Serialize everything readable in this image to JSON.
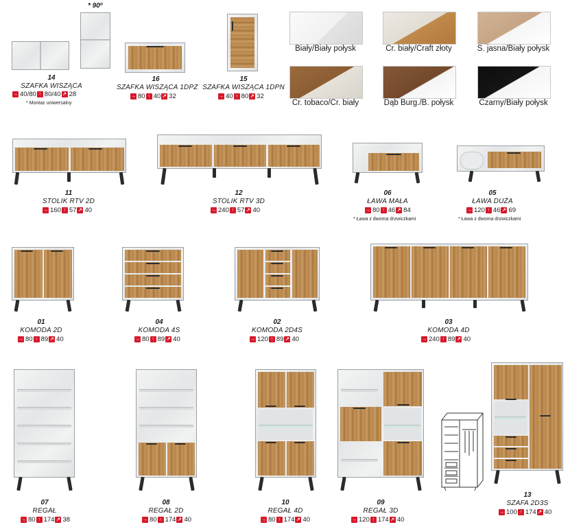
{
  "top_note": "* 90º",
  "finishes": [
    {
      "label": "Biały/Biały połysk",
      "c1": "#f6f6f6",
      "c2": "#e2e2e2"
    },
    {
      "label": "Cr. biały/Craft złoty",
      "c1": "#e8e4dc",
      "c2": "#c08a4b"
    },
    {
      "label": "S. jasna/Biały połysk",
      "c1": "#c9a88a",
      "c2": "#f5f5f5"
    },
    {
      "label": "Cr. tobaco/Cr. biały",
      "c1": "#9a6a3e",
      "c2": "#e6e2da"
    },
    {
      "label": "Dąb Burg./B. połysk",
      "c1": "#7e5530",
      "c2": "#f4f4f4"
    },
    {
      "label": "Czarny/Biały połysk",
      "c1": "#0d0d0d",
      "c2": "#f5f5f5"
    }
  ],
  "items": {
    "i14": {
      "num": "14",
      "name": "SZAFKA WISZĄCA",
      "w": "40/80",
      "h": "80/40",
      "d": "28",
      "note": "* Montaż uniwersalny"
    },
    "i16": {
      "num": "16",
      "name": "SZAFKA WISZĄCA 1DPZ",
      "w": "80",
      "h": "40",
      "d": "32"
    },
    "i15": {
      "num": "15",
      "name": "SZAFKA WISZĄCA 1DPN",
      "w": "40",
      "h": "80",
      "d": "32"
    },
    "i11": {
      "num": "11",
      "name": "STOLIK RTV 2D",
      "w": "160",
      "h": "57",
      "d": "40"
    },
    "i12": {
      "num": "12",
      "name": "STOLIK RTV 3D",
      "w": "240",
      "h": "57",
      "d": "40"
    },
    "i06": {
      "num": "06",
      "name": "ŁAWA MAŁA",
      "w": "80",
      "h": "46",
      "d": "84",
      "note": "* Ława z dwoma drzwiczkami"
    },
    "i05": {
      "num": "05",
      "name": "ŁAWA DUŻA",
      "w": "120",
      "h": "46",
      "d": "69",
      "note": "* Ława z dwoma drzwiczkami"
    },
    "i01": {
      "num": "01",
      "name": "KOMODA 2D",
      "w": "80",
      "h": "89",
      "d": "40"
    },
    "i04": {
      "num": "04",
      "name": "KOMODA 4S",
      "w": "80",
      "h": "89",
      "d": "40"
    },
    "i02": {
      "num": "02",
      "name": "KOMODA 2D4S",
      "w": "120",
      "h": "89",
      "d": "40"
    },
    "i03": {
      "num": "03",
      "name": "KOMODA 4D",
      "w": "240",
      "h": "89",
      "d": "40"
    },
    "i07": {
      "num": "07",
      "name": "REGAŁ",
      "w": "80",
      "h": "174",
      "d": "38"
    },
    "i08": {
      "num": "08",
      "name": "REGAŁ 2D",
      "w": "80",
      "h": "174",
      "d": "40"
    },
    "i10": {
      "num": "10",
      "name": "REGAŁ 4D",
      "w": "80",
      "h": "174",
      "d": "40"
    },
    "i09": {
      "num": "09",
      "name": "REGAŁ 3D",
      "w": "120",
      "h": "174",
      "d": "40"
    },
    "i13": {
      "num": "13",
      "name": "SZAFA 2D3S",
      "w": "100",
      "h": "174",
      "d": "40"
    }
  },
  "icons": {
    "width": "arrow-right-icon",
    "height": "arrow-up-icon",
    "depth": "arrow-diagonal-icon"
  }
}
